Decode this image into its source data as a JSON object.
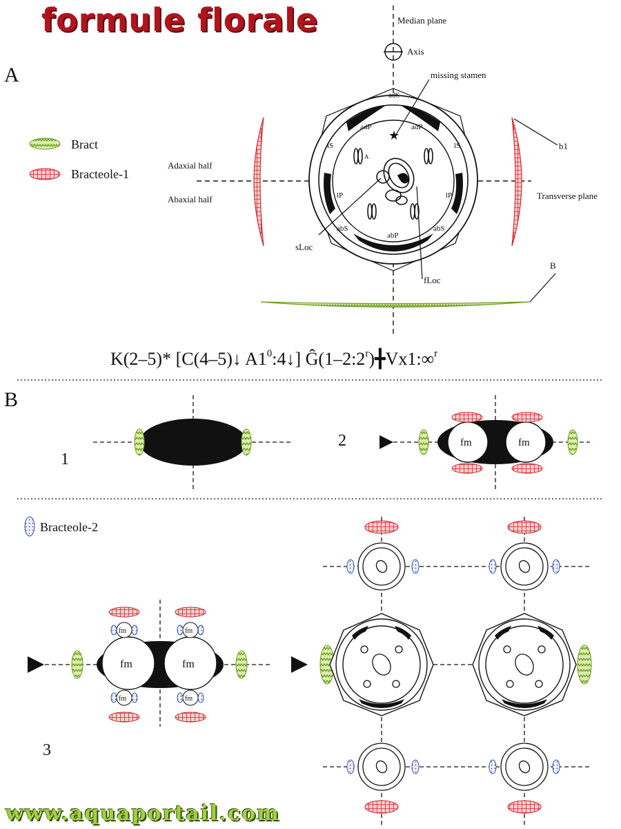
{
  "header": {
    "title": "formule florale"
  },
  "footer": {
    "url": "www.aquaportail.com"
  },
  "panel_a": {
    "letter": "A",
    "median_plane": "Median plane",
    "axis": "Axis",
    "missing_stamen": "missing stamen",
    "adaxial_half": "Adaxial half",
    "abaxial_half": "Abaxial half",
    "transverse_plane": "Transverse plane",
    "b1": "b1",
    "bract_label": "B",
    "sloc": "sLoc",
    "floc": "fLoc",
    "parts": {
      "adS": "adS",
      "adP_left": "adP",
      "adP_right": "adP",
      "lS_left": "lS",
      "lS_right": "lS",
      "lP_left": "lP",
      "lP_right": "lP",
      "abS_left": "abS",
      "abS_right": "abS",
      "abP": "abP",
      "stamen_A": "A"
    }
  },
  "legend": {
    "bract": "Bract",
    "bracteole1": "Bracteole-1",
    "bracteole2": "Bracteole-2"
  },
  "formula": {
    "text": "K(2–5)* [C(4–5)↓ A1",
    "a_sup": "0",
    "text2": ":4↓] Ĝ(1–2:2",
    "g_sup": "r",
    "text3": ")╋Vx1:∞",
    "v_sup": "r"
  },
  "panel_b": {
    "letter": "B",
    "step1": "1",
    "step2": "2",
    "step3": "3",
    "fm": "fm"
  },
  "colors": {
    "title_red": "#b0141c",
    "bract_green": "#9ac43a",
    "bracteole_red": "#d3242b",
    "bracteole2_blue": "#3a4fa8",
    "footer_green": "#9fd23a"
  }
}
